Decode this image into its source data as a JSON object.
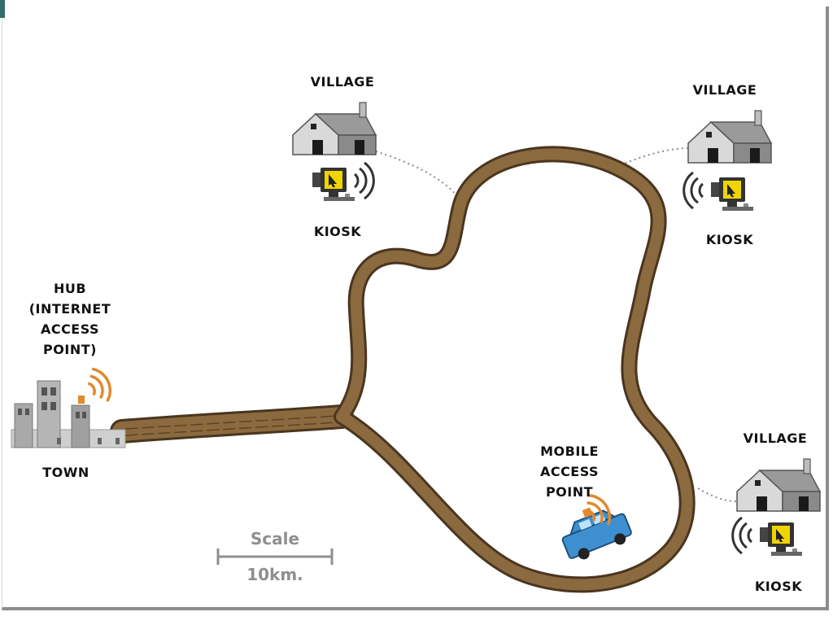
{
  "labels": {
    "village": "VILLAGE",
    "kiosk": "KIOSK",
    "hub_lines": [
      "HUB",
      "(INTERNET",
      "ACCESS",
      "POINT)"
    ],
    "town": "TOWN",
    "mobile_lines": [
      "MOBILE",
      "ACCESS",
      "POINT"
    ],
    "scale_title": "Scale",
    "scale_value": "10km."
  },
  "colors": {
    "road": "#8a6a3e",
    "road_edge": "#4a3520",
    "signal": "#e08a2c",
    "house_light": "#d9d9d9",
    "house_dark": "#8a8a8a",
    "kiosk_screen": "#f0d400",
    "vehicle": "#3d8fd0",
    "town": "#a9a9a9"
  }
}
